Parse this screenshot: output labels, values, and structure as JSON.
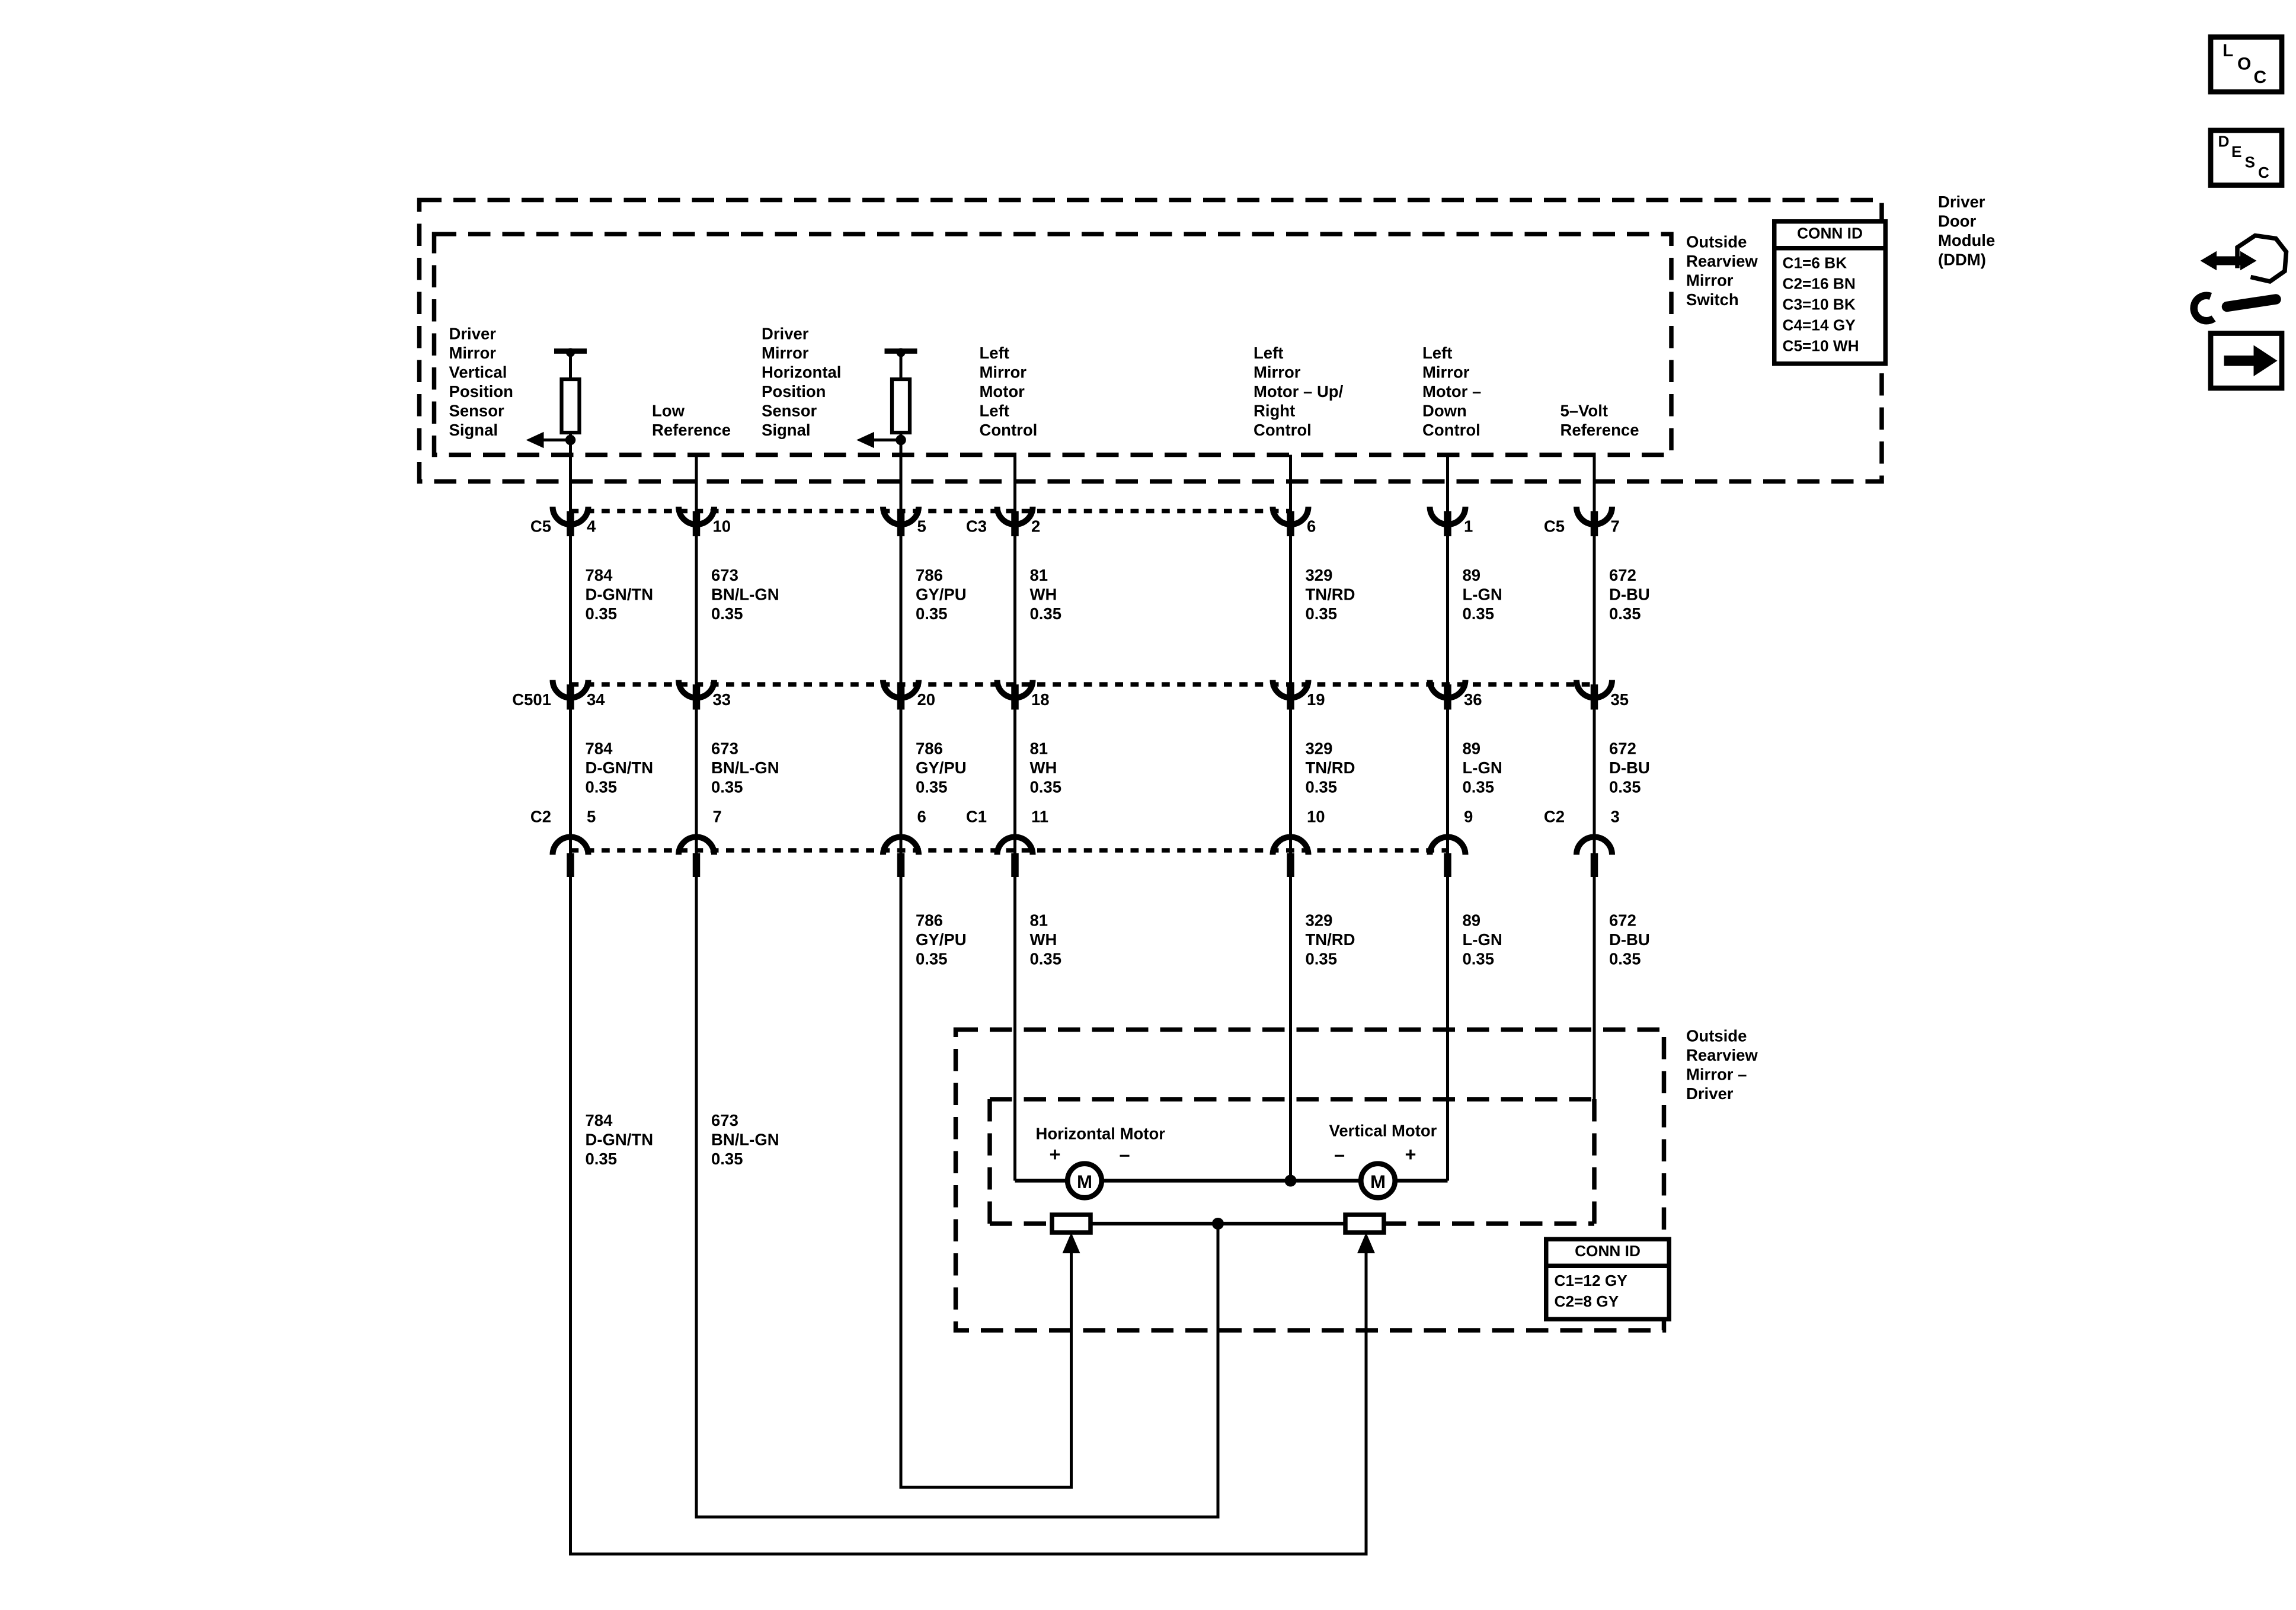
{
  "colors": {
    "line": "#000000",
    "background": "#ffffff"
  },
  "icons": {
    "loc": [
      "L",
      "O",
      "C"
    ],
    "desc": [
      "D",
      "E",
      "S",
      "C"
    ]
  },
  "ddm": {
    "label": "Driver\nDoor\nModule\n(DDM)",
    "conn_id": {
      "title": "CONN ID",
      "rows": [
        "C1=6 BK",
        "C2=16 BN",
        "C3=10 BK",
        "C4=14 GY",
        "C5=10 WH"
      ]
    }
  },
  "switch": {
    "label": "Outside\nRearview\nMirror\nSwitch",
    "signals": [
      "Driver\nMirror\nVertical\nPosition\nSensor\nSignal",
      "Low\nReference",
      "Driver\nMirror\nHorizontal\nPosition\nSensor\nSignal",
      "Left\nMirror\nMotor\nLeft\nControl",
      "Left\nMirror\nMotor – Up/\nRight\nControl",
      "Left\nMirror\nMotor –\nDown\nControl",
      "5–Volt\nReference"
    ]
  },
  "connectors": {
    "row1": {
      "left": "C5",
      "mid": "C3",
      "right": "C5",
      "pins": [
        "4",
        "10",
        "5",
        "2",
        "6",
        "1",
        "7"
      ]
    },
    "row2": {
      "left": "C501",
      "pins": [
        "34",
        "33",
        "20",
        "18",
        "19",
        "36",
        "35"
      ]
    },
    "row3": {
      "left": "C2",
      "mid": "C1",
      "right": "C2",
      "pins": [
        "5",
        "7",
        "6",
        "11",
        "10",
        "9",
        "3"
      ]
    }
  },
  "specs": {
    "row1": [
      "784\nD-GN/TN\n0.35",
      "673\nBN/L-GN\n0.35",
      "786\nGY/PU\n0.35",
      "81\nWH\n0.35",
      "329\nTN/RD\n0.35",
      "89\nL-GN\n0.35",
      "672\nD-BU\n0.35"
    ],
    "row2": [
      "784\nD-GN/TN\n0.35",
      "673\nBN/L-GN\n0.35",
      "786\nGY/PU\n0.35",
      "81\nWH\n0.35",
      "329\nTN/RD\n0.35",
      "89\nL-GN\n0.35",
      "672\nD-BU\n0.35"
    ],
    "row3": [
      "786\nGY/PU\n0.35",
      "81\nWH\n0.35",
      "329\nTN/RD\n0.35",
      "89\nL-GN\n0.35",
      "672\nD-BU\n0.35"
    ],
    "row4": [
      "784\nD-GN/TN\n0.35",
      "673\nBN/L-GN\n0.35"
    ]
  },
  "mirror": {
    "label": "Outside\nRearview\nMirror –\nDriver",
    "horizontal_motor": "Horizontal Motor",
    "vertical_motor": "Vertical Motor",
    "m": "M",
    "plus": "+",
    "minus": "–",
    "conn_id": {
      "title": "CONN ID",
      "rows": [
        "C1=12 GY",
        "C2=8 GY"
      ]
    }
  }
}
